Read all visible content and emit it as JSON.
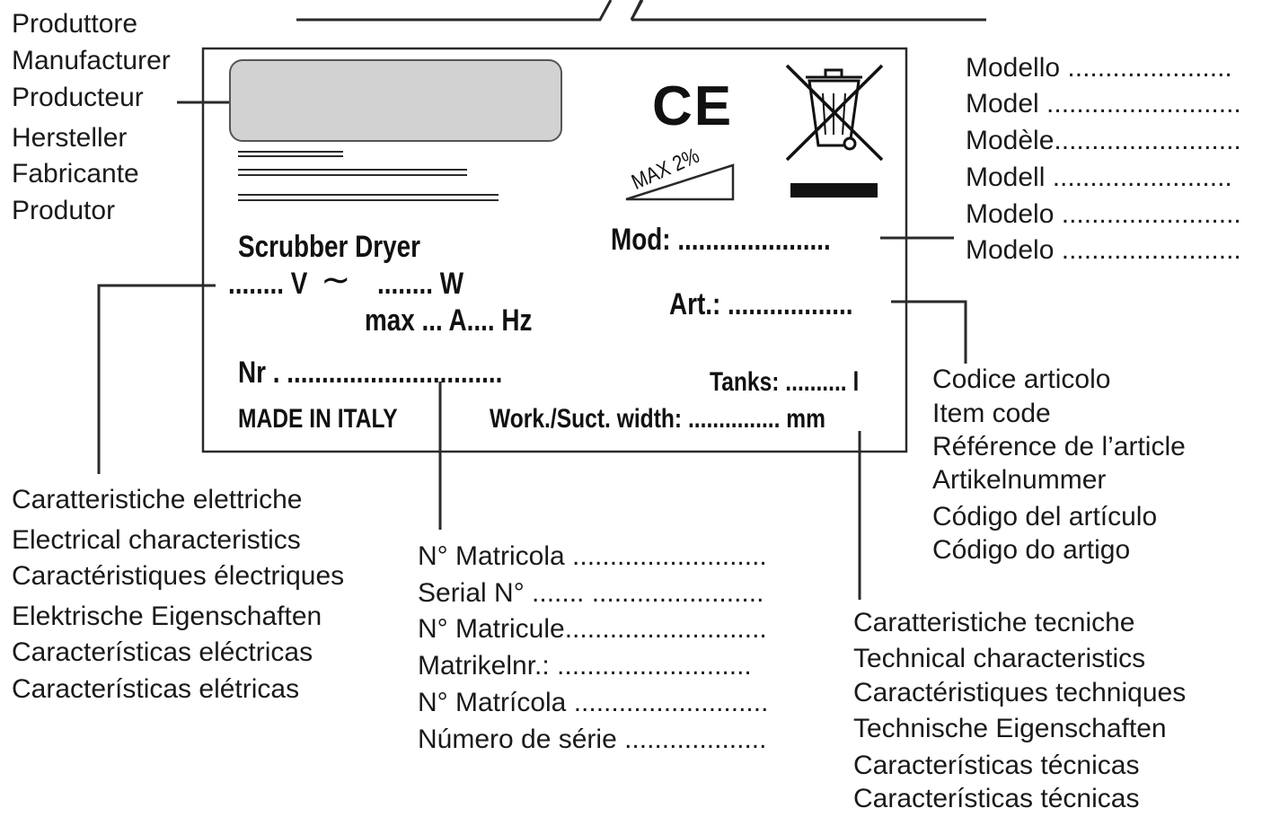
{
  "manufacturer_labels": [
    "Produttore",
    "Manufacturer",
    "Producteur",
    "Hersteller",
    "Fabricante",
    "Produtor"
  ],
  "model_labels": [
    "Modello ......................",
    "Model ..........................",
    "Modèle.........................",
    "Modell ........................",
    "Modelo ........................",
    "Modelo ........................"
  ],
  "item_code_labels": [
    "Codice articolo",
    "Item code",
    "Référence de l’article",
    "Artikelnummer",
    "Código del artículo",
    "Código do artigo"
  ],
  "electrical_labels": [
    "Caratteristiche elettriche",
    "Electrical characteristics",
    "Caractéristiques électriques",
    "Elektrische Eigenschaften",
    "Características eléctricas",
    "Características elétricas"
  ],
  "serial_labels": [
    "N° Matricola ..........................",
    "Serial N° ....... .......................",
    "N° Matricule...........................",
    "Matrikelnr.:  ..........................",
    "N° Matrícola ..........................",
    "Número de série ..................."
  ],
  "technical_labels": [
    "Caratteristiche tecniche",
    "Technical characteristics",
    "Caractéristiques techniques",
    "Technische Eigenschaften",
    "Características técnicas",
    "Características técnicas"
  ],
  "plate": {
    "product_name": "Scrubber Dryer",
    "voltage": "........ V",
    "ac_symbol": "∼",
    "power": "........ W",
    "current_freq": "max ... A....  Hz",
    "mod": "Mod:   ......................",
    "art": "Art.: ..................",
    "nr": "Nr .  ...............................",
    "tanks": "Tanks:  ..........  l",
    "made_in": "MADE IN ITALY",
    "width": "Work./Suct.  width:  ...............  mm",
    "ce_mark": "CE",
    "slope": "MAX 2%"
  }
}
